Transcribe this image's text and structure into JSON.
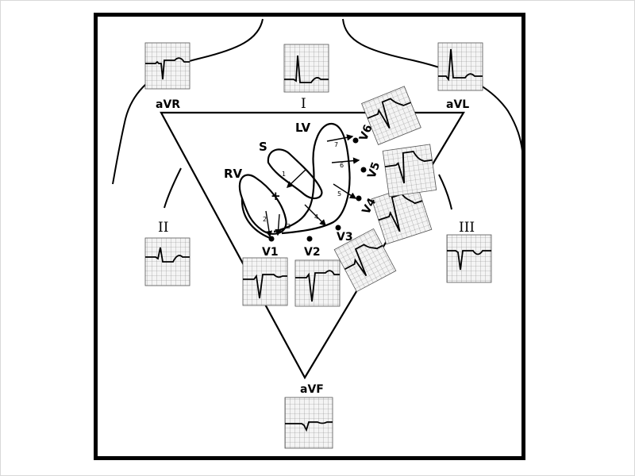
{
  "diagram": {
    "limb_leads": {
      "aVR": "aVR",
      "aVL": "aVL",
      "aVF": "aVF",
      "I": "I",
      "II": "II",
      "III": "III"
    },
    "chambers": {
      "RV": "RV",
      "S": "S",
      "LV": "LV"
    },
    "precordial_leads": {
      "V1": "V1",
      "V2": "V2",
      "V3": "V3",
      "V4": "V4",
      "V5": "V5",
      "V6": "V6"
    },
    "vector_numbers": [
      "1",
      "2",
      "3",
      "4",
      "5",
      "6",
      "7"
    ],
    "plus_sign": "+"
  }
}
